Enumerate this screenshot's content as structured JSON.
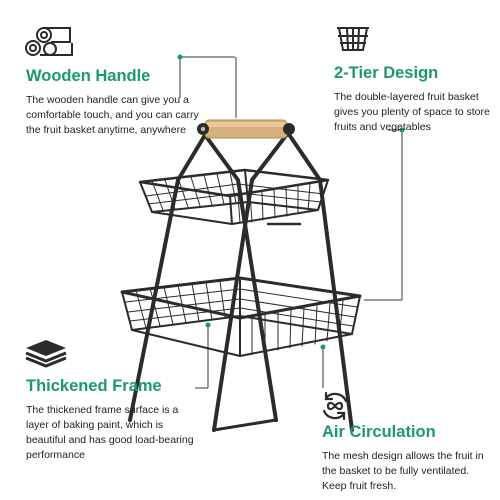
{
  "features": {
    "wooden_handle": {
      "title": "Wooden Handle",
      "description": "The wooden handle can give you a comfortable touch, and you can carry the fruit basket anytime, anywhere",
      "icon": "wood-logs-icon"
    },
    "two_tier": {
      "title": "2-Tier Design",
      "description": "The double-layered fruit basket gives you plenty of space to store fruits and vegetables",
      "icon": "basket-icon"
    },
    "thickened_frame": {
      "title": "Thickened Frame",
      "description": "The thickened frame surface is a layer of baking paint, which is beautiful and has good load-bearing performance",
      "icon": "layers-icon"
    },
    "air_circulation": {
      "title": "Air Circulation",
      "description": "The mesh design allows the fruit in the basket to be fully ventilated. Keep fruit fresh.",
      "icon": "air-cycle-icon"
    }
  },
  "colors": {
    "accent": "#1a9a6c",
    "text": "#222222",
    "metal": "#2b2b2b",
    "wood": "#d6b07a"
  }
}
